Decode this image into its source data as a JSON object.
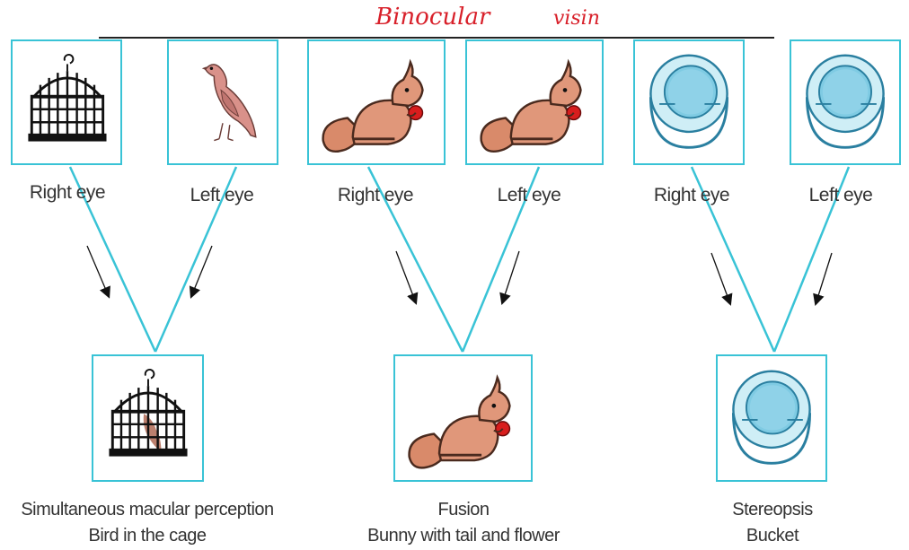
{
  "annotation": {
    "handwritten_title": "Binocular",
    "handwritten_title_2": "visin",
    "color": "#d8202a"
  },
  "accent_color": "#39c3d6",
  "groups": [
    {
      "id": "smp",
      "right_eye": {
        "label": "Right eye",
        "image": "birdcage-icon"
      },
      "left_eye": {
        "label": "Left eye",
        "image": "bird-icon"
      },
      "result": {
        "image": "bird-in-cage-icon",
        "caption_line1": "Simultaneous macular perception",
        "caption_line2": "Bird in the cage"
      }
    },
    {
      "id": "fusion",
      "right_eye": {
        "label": "Right eye",
        "image": "squirrel-icon"
      },
      "left_eye": {
        "label": "Left eye",
        "image": "squirrel-icon"
      },
      "result": {
        "image": "squirrel-icon",
        "caption_line1": "Fusion",
        "caption_line2": "Bunny with tail and flower"
      }
    },
    {
      "id": "stereo",
      "right_eye": {
        "label": "Right eye",
        "image": "bucket-icon"
      },
      "left_eye": {
        "label": "Left eye",
        "image": "bucket-icon"
      },
      "result": {
        "image": "bucket-icon",
        "caption_line1": "Stereopsis",
        "caption_line2": "Bucket"
      }
    }
  ]
}
